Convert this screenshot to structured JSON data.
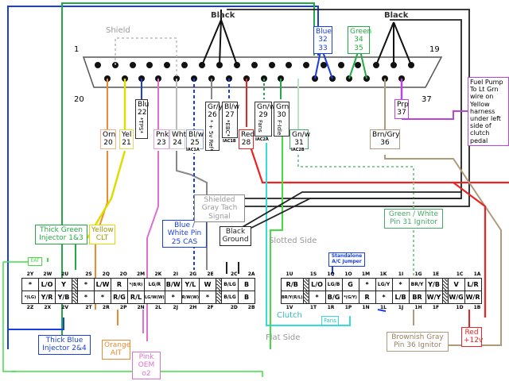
{
  "connector_main": {
    "pin_first_top": "1",
    "pin_last_top": "19",
    "pin_first_bottom": "20",
    "pin_last_bottom": "37",
    "shield_label": "Shield",
    "black_left_label": "Black",
    "black_right_label": "Black",
    "blue_box": {
      "title": "Blue",
      "pins": "32 33"
    },
    "green_box": {
      "title": "Green",
      "pins": "34 35"
    }
  },
  "wire_labels": [
    {
      "color_name": "Orn",
      "pin": "20",
      "hex": "#f08a30"
    },
    {
      "color_name": "Yel",
      "pin": "21",
      "hex": "#cccc00"
    },
    {
      "color_name": "Blu",
      "pin": "22",
      "note": "*TPS*",
      "hex": "#333333"
    },
    {
      "color_name": "Pnk",
      "pin": "23",
      "hex": "#e070d0"
    },
    {
      "color_name": "Wht",
      "pin": "24",
      "hex": "#999999"
    },
    {
      "color_name": "Bl/w",
      "pin": "25",
      "sub": "IAC1A",
      "hex": "#6688cc"
    },
    {
      "color_name": "Gr/y",
      "pin": "26",
      "note": "* + 5v Ref*",
      "hex": "#333333"
    },
    {
      "color_name": "Bl/w",
      "pin": "27",
      "note": "*EBC*",
      "sub": "IAC1B",
      "hex": "#333333"
    },
    {
      "color_name": "Red",
      "pin": "28",
      "hex": "#ee2222"
    },
    {
      "color_name": "Gn/w",
      "pin": "29",
      "note": "Fans",
      "sub": "IAC2A",
      "hex": "#333333"
    },
    {
      "color_name": "Grn",
      "pin": "30",
      "note": "F-Idle",
      "hex": "#333333"
    },
    {
      "color_name": "Gn/w",
      "pin": "31",
      "sub": "IAC2B",
      "hex": "#44aa66"
    },
    {
      "color_name": "Brn/Gry",
      "pin": "36",
      "hex": "#b09a7a"
    },
    {
      "color_name": "Prp",
      "pin": "37",
      "hex": "#bb44dd"
    }
  ],
  "fuel_pump_note": "Fuel Pump To Lt Grn wire on Yellow harness under left side of clutch pedal",
  "callouts": {
    "thick_green": "Thick Green Injector 1&3",
    "yellow_clt": "Yellow CLT",
    "blue_white_cas": "Blue / White Pin 25 CAS",
    "shielded_gray": "Shielded Gray Tach Signal",
    "black_ground": "Black Ground",
    "slotted_side": "Slotted Side",
    "green_white_ignitor": "Green / White Pin 31 Ignitor",
    "standalone_ac": "Standalone A/C Jumper",
    "eat": "EAT",
    "thick_blue": "Thick Blue Injector 2&4",
    "orange_ait": "Orange AIT",
    "pink_o2": "Pink OEM o2",
    "clutch": "Clutch",
    "fans": "Fans",
    "flat_side": "Flat Side",
    "brownish_gray": "Brownish Gray Pin 36 Ignitor",
    "red_12v": "Red +12v"
  },
  "connector_2": {
    "top_pins": [
      "2Y",
      "2W",
      "2U",
      "",
      "2S",
      "2Q",
      "2O",
      "2M",
      "2K",
      "2I",
      "2G",
      "2E",
      "",
      "2C",
      "2A"
    ],
    "bottom_pins": [
      "2Z",
      "2X",
      "2V",
      "",
      "2T",
      "2R",
      "2P",
      "2N",
      "2L",
      "2J",
      "2H",
      "2F",
      "",
      "2D",
      "2B"
    ],
    "row1": [
      "*",
      "L/O",
      "Y",
      "",
      "*",
      "L/W",
      "R",
      "*(B/R)",
      "LG/R",
      "B/W",
      "Y/L",
      "W",
      "",
      "B/LG",
      "B"
    ],
    "row2": [
      "*(LG)",
      "Y/R",
      "Y/B",
      "",
      "*",
      "*",
      "R/G",
      "R/L",
      "LG/W(W)",
      "*",
      "R/W(W)",
      "*",
      "",
      "B/LG",
      "B"
    ]
  },
  "connector_1": {
    "top_pins": [
      "1U",
      "",
      "1S",
      "1Q",
      "1O",
      "1M",
      "1K",
      "1I",
      "1G",
      "1E",
      "",
      "1C",
      "1A"
    ],
    "bottom_pins": [
      "1V",
      "",
      "1T",
      "1R",
      "1P",
      "1N",
      "1L",
      "1J",
      "1H",
      "1F",
      "",
      "1D",
      "1B"
    ],
    "row1": [
      "R/B",
      "",
      "L/O",
      "LG/B",
      "G",
      "*",
      "LG/Y",
      "*",
      "BR/Y",
      "Y/B",
      "",
      "V",
      "L/R"
    ],
    "row2": [
      "BR/Y(R/L)",
      "",
      "*",
      "B/G",
      "*(G/Y)",
      "R",
      "*",
      "L/B",
      "BR",
      "W/Y",
      "",
      "W/G",
      "W/R"
    ]
  }
}
